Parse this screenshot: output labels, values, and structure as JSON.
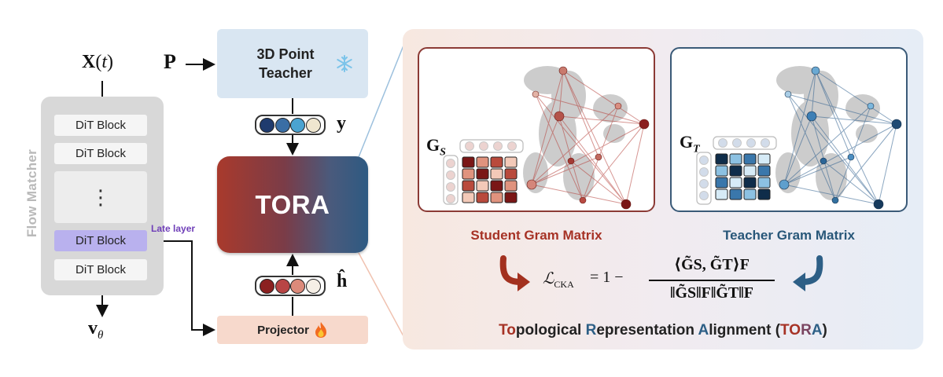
{
  "flow_matcher": {
    "title": "Flow Matcher",
    "input_label": "X(t)",
    "output_label": "vθ",
    "blocks": [
      "DiT Block",
      "DiT Block",
      "DiT Block",
      "DiT Block"
    ],
    "ellipsis": "⋮",
    "late_layer_label": "Late layer"
  },
  "teacher": {
    "input_label": "P",
    "title_line1": "3D Point",
    "title_line2": "Teacher",
    "icon": "snowflake-icon",
    "feature_label": "y",
    "feature_colors": [
      "#1f3b6e",
      "#3a6ea5",
      "#4aa3d0",
      "#efe6cf"
    ]
  },
  "tora": {
    "label": "TORA"
  },
  "projector": {
    "label": "Projector",
    "icon": "fire-icon",
    "feature_label": "ĥ",
    "feature_colors": [
      "#8b2020",
      "#b84545",
      "#dc8a7a",
      "#f6efe6"
    ]
  },
  "student": {
    "gram_label_base": "G",
    "gram_label_sub": "S",
    "caption": "Student Gram Matrix",
    "accent": "#a63225"
  },
  "teacher_gram": {
    "gram_label_base": "G",
    "gram_label_sub": "T",
    "caption": "Teacher Gram Matrix",
    "accent": "#285779"
  },
  "loss": {
    "lhs": "ℒ",
    "lhs_sub": "CKA",
    "equals_one_minus": "= 1 −",
    "numerator": "⟨G̃S, G̃T⟩F",
    "denominator": "‖G̃S‖F‖G̃T‖F"
  },
  "footer": {
    "w1_initial": "To",
    "w1_rest": "pological",
    "w2_initial": "R",
    "w2_rest": "epresentation",
    "w3_initial": "A",
    "w3_rest": "lignment",
    "paren_open": "(",
    "paren_to": "TO",
    "paren_r": "R",
    "paren_a": "A",
    "paren_close": ")"
  }
}
